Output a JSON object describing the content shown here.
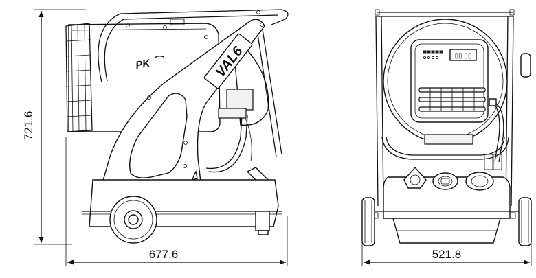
{
  "dimensions": {
    "height_label": "721.6",
    "side_width_label": "677.6",
    "front_width_label": "521.8"
  },
  "branding": {
    "logo": "PK",
    "model_badge": "VAL6"
  },
  "colors": {
    "line": "#111111",
    "background": "#ffffff",
    "body_fill": "#f2f2f2"
  }
}
